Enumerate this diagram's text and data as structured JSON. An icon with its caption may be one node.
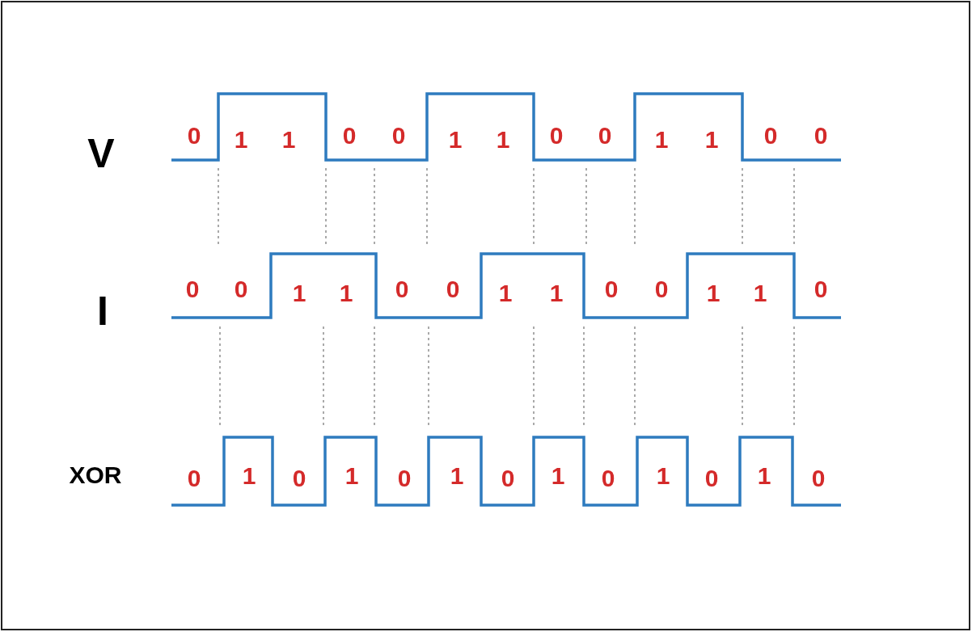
{
  "diagram": {
    "labels": [
      "V",
      "0",
      "1",
      "1",
      "0",
      "0",
      "1",
      "1",
      "0",
      "0",
      "1",
      "1",
      "0",
      "0",
      "I",
      "0",
      "0",
      "1",
      "1",
      "0",
      "0",
      "1",
      "1",
      "0",
      "0",
      "1",
      "1",
      "0",
      "XOR",
      "0",
      "1",
      "0",
      "1",
      "0",
      "1",
      "0",
      "1",
      "0",
      "1",
      "0",
      "1",
      "0"
    ]
  }
}
